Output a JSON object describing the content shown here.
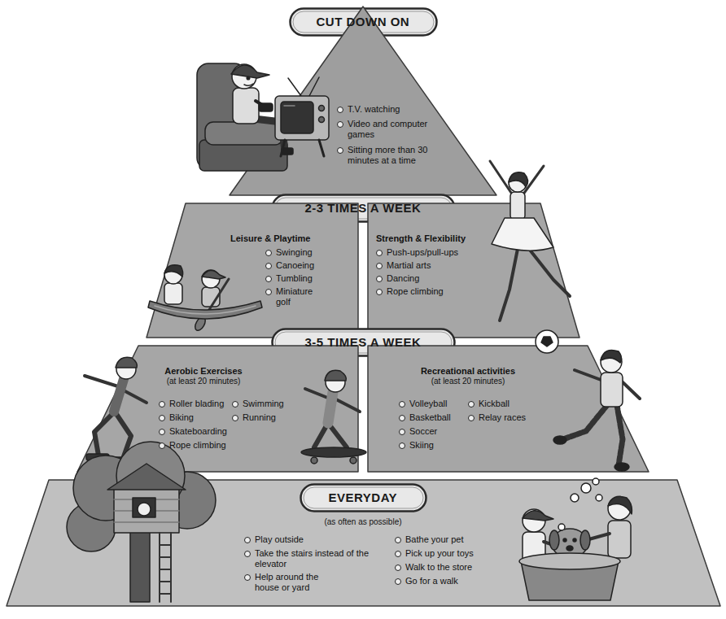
{
  "diagram": {
    "nodes": [
      {
        "text": [
          "CUT DOWN ON"
        ]
      },
      {
        "text": [
          "T.V. watching",
          "Video and computer games",
          "Sitting more than 30 minutes at a time"
        ]
      },
      {
        "text": [
          "2-3 TIMES A WEEK"
        ]
      },
      {
        "text": [
          "Leisure & Playtime",
          "Swinging",
          "Canoeing",
          "Tumbling",
          "Miniature golf"
        ]
      },
      {
        "text": [
          "Strength & Flexibility",
          "Push-ups/pull-ups",
          "Martial arts",
          "Dancing",
          "Rope climbing"
        ]
      },
      {
        "text": [
          "3-5 TIMES A WEEK"
        ]
      },
      {
        "text": [
          "Aerobic Exercises",
          "(at least 20 minutes)",
          "Roller blading",
          "Biking",
          "Skateboarding",
          "Rope climbing",
          "Swimming",
          "Running"
        ]
      },
      {
        "text": [
          "Recreational activities",
          "(at least 20 minutes)",
          "Volleyball",
          "Basketball",
          "Soccer",
          "Skiing",
          "Kickball",
          "Relay races"
        ]
      },
      {
        "text": [
          "(as often as possible)",
          "Play outside",
          "Take the stairs instead of the elevator",
          "Help around the house or yard",
          "Bathe your pet",
          "Pick up your toys",
          "Walk to the store",
          "Go for a walk"
        ]
      },
      {
        "text": [
          "EVERYDAY"
        ],
        "in": 8
      }
    ]
  }
}
